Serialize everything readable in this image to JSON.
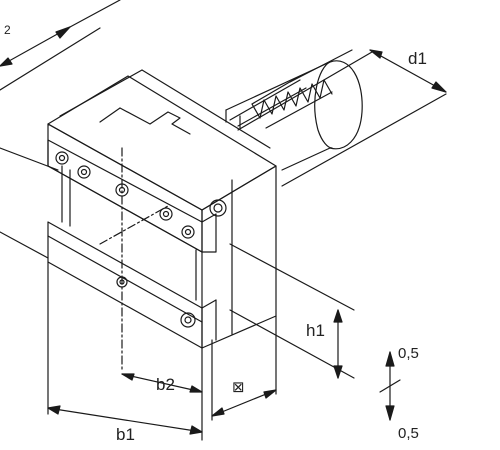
{
  "drawing": {
    "labels": {
      "corner_number": "2",
      "d1": "d1",
      "h1": "h1",
      "b1": "b1",
      "b2": "b2",
      "boxed_symbol": "⊠",
      "tolerance_upper": "0,5",
      "tolerance_lower": "0,5"
    }
  }
}
